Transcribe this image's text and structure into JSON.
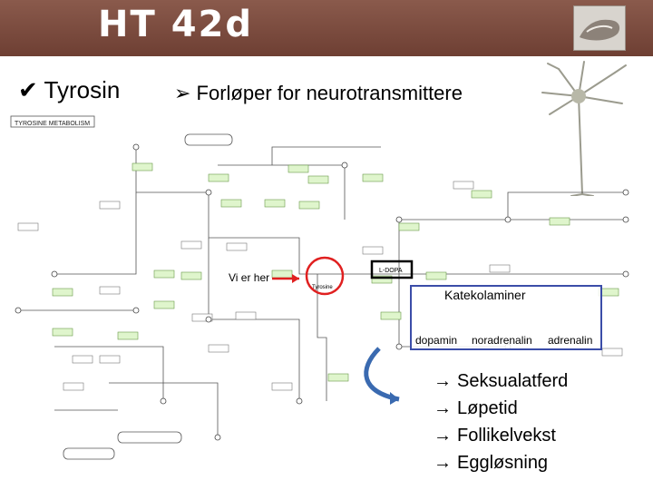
{
  "header": {
    "title": "HT 42d"
  },
  "slide": {
    "left_heading": "✔ Tyrosin",
    "right_heading": "➢ Forløper for neurotransmittere"
  },
  "pathway": {
    "title": "TYROSINE METABOLISM",
    "label_here": "Vi er her",
    "label_tyrosine": "Tyrosine",
    "label_dopa": "L-DOPA",
    "katekolaminer": {
      "title": "Katekolaminer",
      "items": [
        "dopamin",
        "noradrenalin",
        "adrenalin"
      ]
    }
  },
  "effects": [
    "Seksualatferd",
    "Løpetid",
    "Follikelvekst",
    "Eggløsning"
  ],
  "colors": {
    "header_bg": "#7a4a3e",
    "enzyme_box": "#dff5cc",
    "red_circle": "#e02020",
    "blue_box": "#3b4da8"
  }
}
